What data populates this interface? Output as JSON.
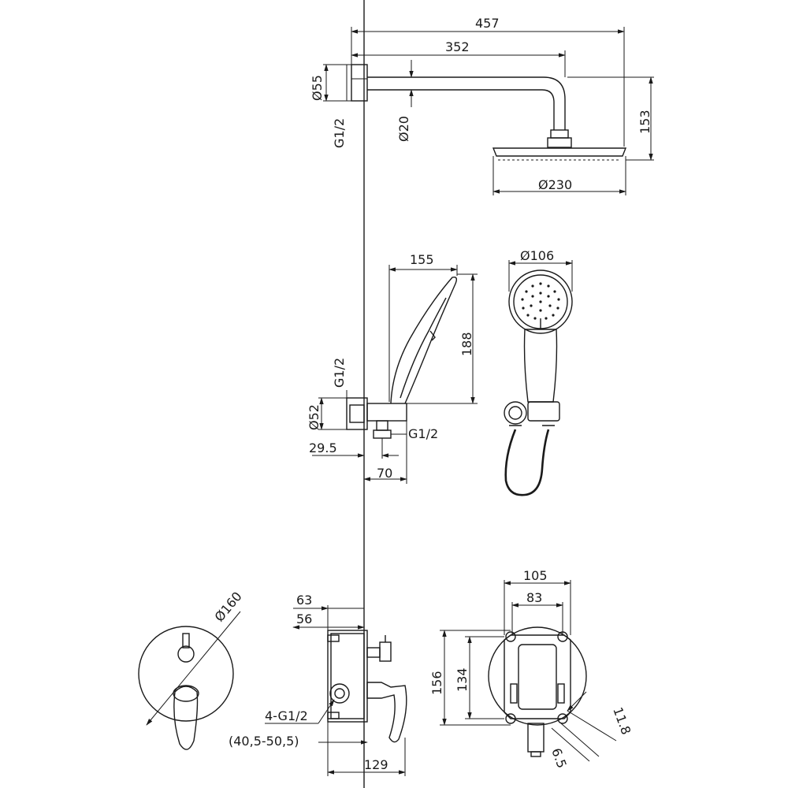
{
  "head_shower": {
    "dim_total_width": "457",
    "dim_arm_length": "352",
    "dim_wall_flange": "Ø55",
    "dim_arm_diameter": "Ø20",
    "dim_thread": "G1/2",
    "dim_height": "153",
    "dim_head_diameter": "Ø230"
  },
  "hand_shower": {
    "dim_width": "155",
    "dim_height": "188",
    "dim_thread_top": "G1/2",
    "dim_outlet": "Ø52",
    "dim_thread_side": "G1/2",
    "dim_offset": "29.5",
    "dim_depth": "70",
    "dim_head_diameter": "Ø106"
  },
  "mixer": {
    "dim_plate": "Ø160",
    "dim_outer": "63",
    "dim_inner": "56",
    "dim_ports": "4-G1/2",
    "dim_range": "(40,5-50,5)",
    "dim_depth": "129",
    "dim_width_outer": "105",
    "dim_width_inner": "83",
    "dim_height_outer": "156",
    "dim_height_inner": "134",
    "dim_hole": "11.8",
    "dim_slot": "6.5"
  },
  "colors": {
    "line": "#1a1a1a",
    "hose": "#111111",
    "background": "#ffffff"
  }
}
